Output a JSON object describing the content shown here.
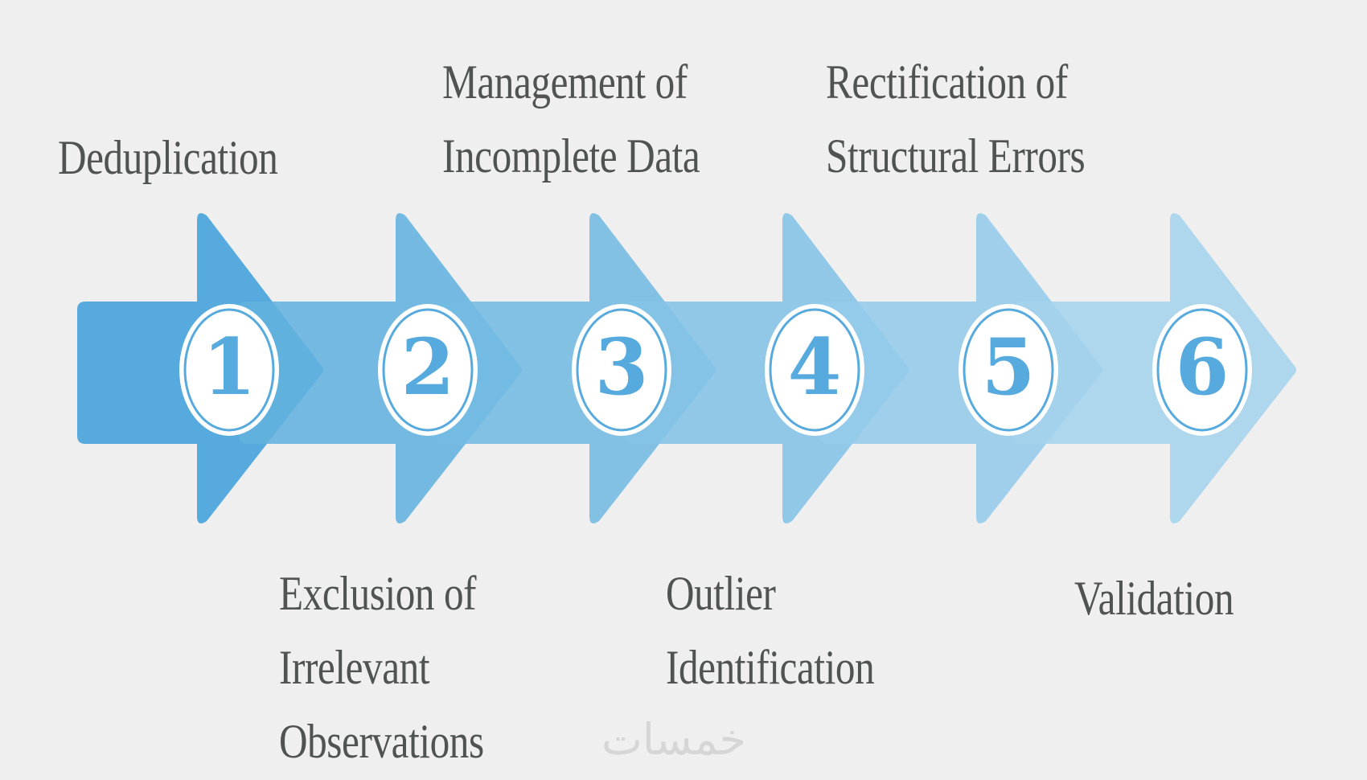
{
  "steps": [
    {
      "number": "1",
      "label": "Deduplication",
      "color": "#57aadd"
    },
    {
      "number": "2",
      "label": "Exclusion of\nIrrelevant\nObservations",
      "color": "#63b2df"
    },
    {
      "number": "3",
      "label": "Management of\nIncomplete Data",
      "color": "#74bbe3"
    },
    {
      "number": "4",
      "label": "Outlier\nIdentification",
      "color": "#84c3e6"
    },
    {
      "number": "5",
      "label": "Rectification of\nStructural Errors",
      "color": "#94cbea"
    },
    {
      "number": "6",
      "label": "Validation",
      "color": "#a5d3ed"
    }
  ],
  "watermark": "خمسات",
  "colors": {
    "background": "#efefef",
    "text": "#4f5352",
    "number": "#57aadd",
    "badge_fill": "#ffffff"
  }
}
